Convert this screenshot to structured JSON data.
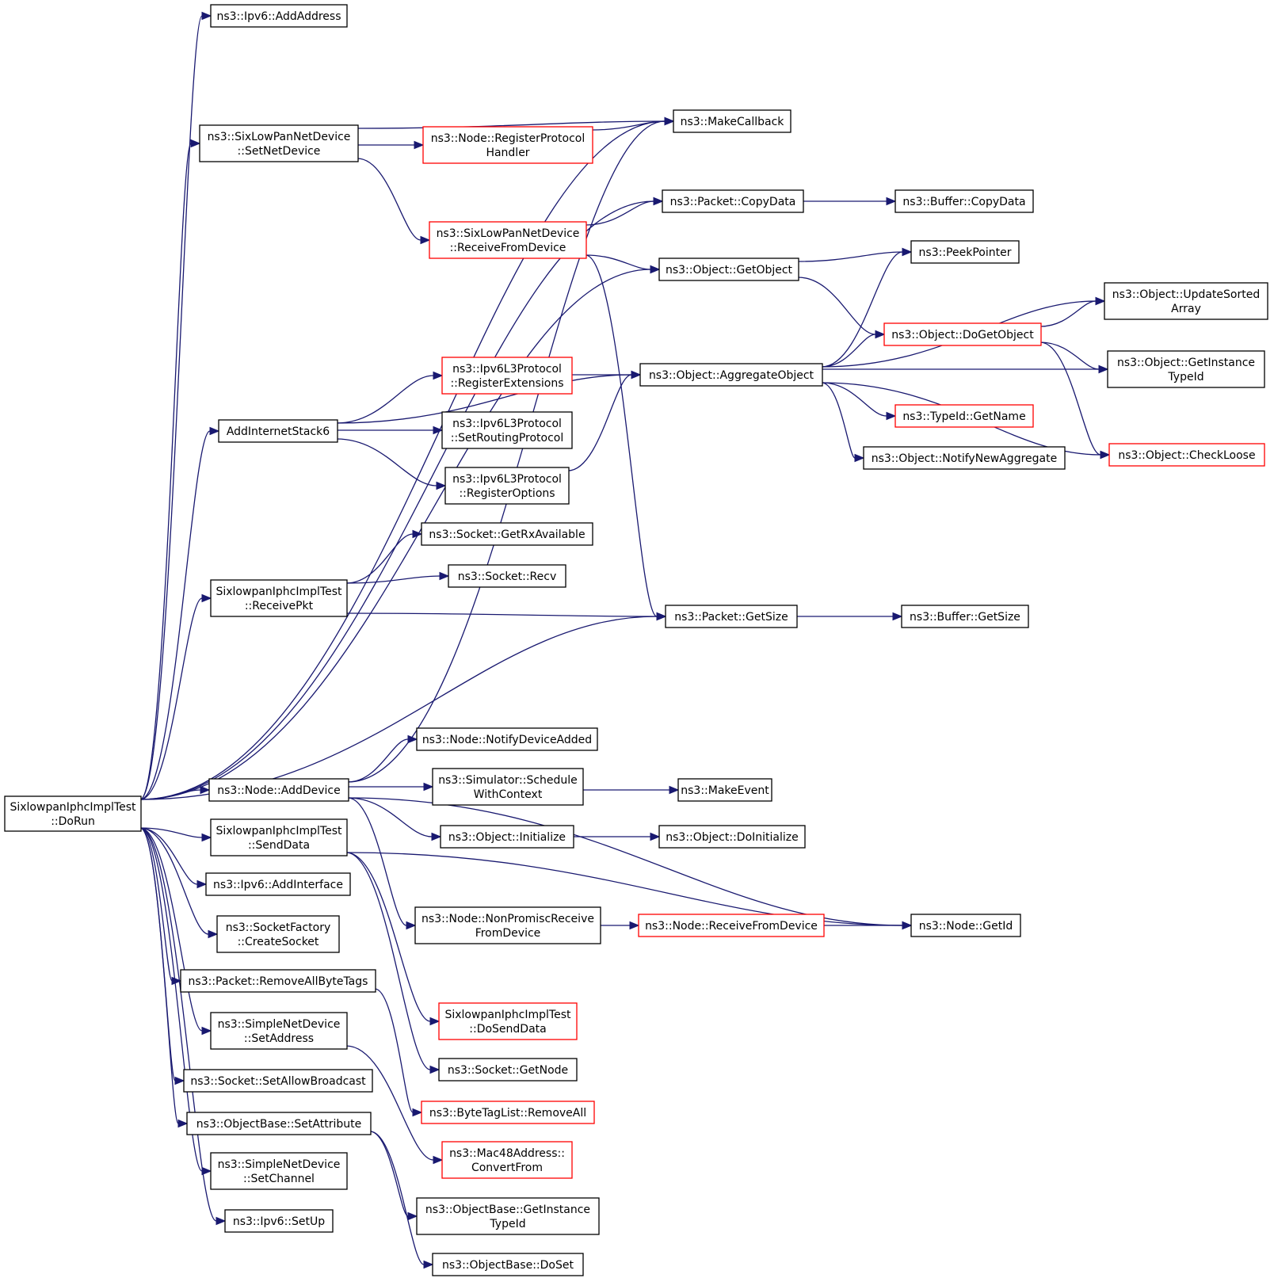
{
  "colors": {
    "edge": "#191970",
    "normal_border": "#000000",
    "truncated_border": "#ff0000",
    "root_fill": "#bfbfbf",
    "background": "#ffffff"
  },
  "nodes": {
    "root": {
      "lines": [
        "SixlowpanIphcImplTest",
        "::DoRun"
      ],
      "style": "root"
    },
    "ipv6_addaddress": {
      "lines": [
        "ns3::Ipv6::AddAddress"
      ],
      "style": "normal"
    },
    "sixlowpan_setnetdevice": {
      "lines": [
        "ns3::SixLowPanNetDevice",
        "::SetNetDevice"
      ],
      "style": "normal"
    },
    "addinternetstack6": {
      "lines": [
        "AddInternetStack6"
      ],
      "style": "normal"
    },
    "receivepkt": {
      "lines": [
        "SixlowpanIphcImplTest",
        "::ReceivePkt"
      ],
      "style": "normal"
    },
    "node_adddevice": {
      "lines": [
        "ns3::Node::AddDevice"
      ],
      "style": "normal"
    },
    "senddata": {
      "lines": [
        "SixlowpanIphcImplTest",
        "::SendData"
      ],
      "style": "normal"
    },
    "ipv6_addinterface": {
      "lines": [
        "ns3::Ipv6::AddInterface"
      ],
      "style": "normal"
    },
    "socketfactory_createsocket": {
      "lines": [
        "ns3::SocketFactory",
        "::CreateSocket"
      ],
      "style": "normal"
    },
    "packet_removeallbytetags": {
      "lines": [
        "ns3::Packet::RemoveAllByteTags"
      ],
      "style": "normal"
    },
    "simplenetdevice_setaddress": {
      "lines": [
        "ns3::SimpleNetDevice",
        "::SetAddress"
      ],
      "style": "normal"
    },
    "socket_setallowbroadcast": {
      "lines": [
        "ns3::Socket::SetAllowBroadcast"
      ],
      "style": "normal"
    },
    "objectbase_setattribute": {
      "lines": [
        "ns3::ObjectBase::SetAttribute"
      ],
      "style": "normal"
    },
    "simplenetdevice_setchannel": {
      "lines": [
        "ns3::SimpleNetDevice",
        "::SetChannel"
      ],
      "style": "normal"
    },
    "ipv6_setup": {
      "lines": [
        "ns3::Ipv6::SetUp"
      ],
      "style": "normal"
    },
    "node_registerprotocolhandler": {
      "lines": [
        "ns3::Node::RegisterProtocol",
        "Handler"
      ],
      "style": "truncated"
    },
    "sixlowpan_receivefromdevice": {
      "lines": [
        "ns3::SixLowPanNetDevice",
        "::ReceiveFromDevice"
      ],
      "style": "truncated"
    },
    "ipv6l3_registerextensions": {
      "lines": [
        "ns3::Ipv6L3Protocol",
        "::RegisterExtensions"
      ],
      "style": "truncated"
    },
    "ipv6l3_setroutingprotocol": {
      "lines": [
        "ns3::Ipv6L3Protocol",
        "::SetRoutingProtocol"
      ],
      "style": "normal"
    },
    "ipv6l3_registeroptions": {
      "lines": [
        "ns3::Ipv6L3Protocol",
        "::RegisterOptions"
      ],
      "style": "normal"
    },
    "socket_getrxavailable": {
      "lines": [
        "ns3::Socket::GetRxAvailable"
      ],
      "style": "normal"
    },
    "socket_recv": {
      "lines": [
        "ns3::Socket::Recv"
      ],
      "style": "normal"
    },
    "node_notifydeviceadded": {
      "lines": [
        "ns3::Node::NotifyDeviceAdded"
      ],
      "style": "normal"
    },
    "simulator_schedulewithcontext": {
      "lines": [
        "ns3::Simulator::Schedule",
        "WithContext"
      ],
      "style": "normal"
    },
    "object_initialize": {
      "lines": [
        "ns3::Object::Initialize"
      ],
      "style": "normal"
    },
    "node_nonpromiscreceivefromdevice": {
      "lines": [
        "ns3::Node::NonPromiscReceive",
        "FromDevice"
      ],
      "style": "normal"
    },
    "dosenddata": {
      "lines": [
        "SixlowpanIphcImplTest",
        "::DoSendData"
      ],
      "style": "truncated"
    },
    "socket_getnode": {
      "lines": [
        "ns3::Socket::GetNode"
      ],
      "style": "normal"
    },
    "bytetaglist_removeall": {
      "lines": [
        "ns3::ByteTagList::RemoveAll"
      ],
      "style": "truncated"
    },
    "mac48address_convertfrom": {
      "lines": [
        "ns3::Mac48Address::",
        "ConvertFrom"
      ],
      "style": "truncated"
    },
    "objectbase_getinstancetypeid": {
      "lines": [
        "ns3::ObjectBase::GetInstance",
        "TypeId"
      ],
      "style": "normal"
    },
    "objectbase_doset": {
      "lines": [
        "ns3::ObjectBase::DoSet"
      ],
      "style": "normal"
    },
    "makecallback": {
      "lines": [
        "ns3::MakeCallback"
      ],
      "style": "normal"
    },
    "packet_copydata": {
      "lines": [
        "ns3::Packet::CopyData"
      ],
      "style": "normal"
    },
    "object_getobject": {
      "lines": [
        "ns3::Object::GetObject"
      ],
      "style": "normal"
    },
    "object_aggregateobject": {
      "lines": [
        "ns3::Object::AggregateObject"
      ],
      "style": "normal"
    },
    "packet_getsize": {
      "lines": [
        "ns3::Packet::GetSize"
      ],
      "style": "normal"
    },
    "makeevent": {
      "lines": [
        "ns3::MakeEvent"
      ],
      "style": "normal"
    },
    "object_doinitialize": {
      "lines": [
        "ns3::Object::DoInitialize"
      ],
      "style": "normal"
    },
    "node_receivefromdevice": {
      "lines": [
        "ns3::Node::ReceiveFromDevice"
      ],
      "style": "truncated"
    },
    "buffer_copydata": {
      "lines": [
        "ns3::Buffer::CopyData"
      ],
      "style": "normal"
    },
    "peekpointer": {
      "lines": [
        "ns3::PeekPointer"
      ],
      "style": "normal"
    },
    "object_dogetobject": {
      "lines": [
        "ns3::Object::DoGetObject"
      ],
      "style": "truncated"
    },
    "typeid_getname": {
      "lines": [
        "ns3::TypeId::GetName"
      ],
      "style": "truncated"
    },
    "object_notifynewaggregate": {
      "lines": [
        "ns3::Object::NotifyNewAggregate"
      ],
      "style": "normal"
    },
    "buffer_getsize": {
      "lines": [
        "ns3::Buffer::GetSize"
      ],
      "style": "normal"
    },
    "node_getid": {
      "lines": [
        "ns3::Node::GetId"
      ],
      "style": "normal"
    },
    "object_updatesortedarray": {
      "lines": [
        "ns3::Object::UpdateSorted",
        "Array"
      ],
      "style": "normal"
    },
    "object_getinstancetypeid": {
      "lines": [
        "ns3::Object::GetInstance",
        "TypeId"
      ],
      "style": "normal"
    },
    "object_checkloose": {
      "lines": [
        "ns3::Object::CheckLoose"
      ],
      "style": "truncated"
    }
  },
  "edges": [
    [
      "root",
      "ipv6_addaddress"
    ],
    [
      "root",
      "makecallback"
    ],
    [
      "root",
      "sixlowpan_setnetdevice"
    ],
    [
      "root",
      "packet_copydata"
    ],
    [
      "root",
      "object_getobject"
    ],
    [
      "root",
      "addinternetstack6"
    ],
    [
      "root",
      "receivepkt"
    ],
    [
      "root",
      "packet_getsize"
    ],
    [
      "root",
      "node_adddevice"
    ],
    [
      "root",
      "senddata"
    ],
    [
      "root",
      "ipv6_addinterface"
    ],
    [
      "root",
      "socketfactory_createsocket"
    ],
    [
      "root",
      "packet_removeallbytetags"
    ],
    [
      "root",
      "simplenetdevice_setaddress"
    ],
    [
      "root",
      "socket_setallowbroadcast"
    ],
    [
      "root",
      "objectbase_setattribute"
    ],
    [
      "root",
      "simplenetdevice_setchannel"
    ],
    [
      "root",
      "ipv6_setup"
    ],
    [
      "sixlowpan_setnetdevice",
      "makecallback"
    ],
    [
      "sixlowpan_setnetdevice",
      "node_registerprotocolhandler"
    ],
    [
      "sixlowpan_setnetdevice",
      "sixlowpan_receivefromdevice"
    ],
    [
      "node_registerprotocolhandler",
      "makecallback"
    ],
    [
      "sixlowpan_receivefromdevice",
      "packet_copydata"
    ],
    [
      "sixlowpan_receivefromdevice",
      "object_getobject"
    ],
    [
      "sixlowpan_receivefromdevice",
      "packet_getsize"
    ],
    [
      "addinternetstack6",
      "object_aggregateobject"
    ],
    [
      "addinternetstack6",
      "ipv6l3_registerextensions"
    ],
    [
      "addinternetstack6",
      "ipv6l3_setroutingprotocol"
    ],
    [
      "addinternetstack6",
      "ipv6l3_registeroptions"
    ],
    [
      "ipv6l3_registerextensions",
      "object_aggregateobject"
    ],
    [
      "ipv6l3_registeroptions",
      "object_aggregateobject"
    ],
    [
      "receivepkt",
      "socket_getrxavailable"
    ],
    [
      "receivepkt",
      "socket_recv"
    ],
    [
      "receivepkt",
      "packet_getsize"
    ],
    [
      "node_adddevice",
      "makecallback"
    ],
    [
      "node_adddevice",
      "node_notifydeviceadded"
    ],
    [
      "node_adddevice",
      "simulator_schedulewithcontext"
    ],
    [
      "node_adddevice",
      "object_initialize"
    ],
    [
      "node_adddevice",
      "node_getid"
    ],
    [
      "node_adddevice",
      "node_nonpromiscreceivefromdevice"
    ],
    [
      "senddata",
      "node_getid"
    ],
    [
      "senddata",
      "dosenddata"
    ],
    [
      "senddata",
      "socket_getnode"
    ],
    [
      "packet_removeallbytetags",
      "bytetaglist_removeall"
    ],
    [
      "simplenetdevice_setaddress",
      "mac48address_convertfrom"
    ],
    [
      "objectbase_setattribute",
      "objectbase_getinstancetypeid"
    ],
    [
      "objectbase_setattribute",
      "objectbase_doset"
    ],
    [
      "simulator_schedulewithcontext",
      "makeevent"
    ],
    [
      "object_initialize",
      "object_doinitialize"
    ],
    [
      "node_nonpromiscreceivefromdevice",
      "node_receivefromdevice"
    ],
    [
      "node_receivefromdevice",
      "node_getid"
    ],
    [
      "packet_copydata",
      "buffer_copydata"
    ],
    [
      "object_getobject",
      "peekpointer"
    ],
    [
      "object_getobject",
      "object_dogetobject"
    ],
    [
      "object_aggregateobject",
      "peekpointer"
    ],
    [
      "object_aggregateobject",
      "object_updatesortedarray"
    ],
    [
      "object_aggregateobject",
      "object_dogetobject"
    ],
    [
      "object_aggregateobject",
      "object_getinstancetypeid"
    ],
    [
      "object_aggregateobject",
      "typeid_getname"
    ],
    [
      "object_aggregateobject",
      "object_notifynewaggregate"
    ],
    [
      "object_aggregateobject",
      "object_checkloose"
    ],
    [
      "object_dogetobject",
      "object_updatesortedarray"
    ],
    [
      "object_dogetobject",
      "object_getinstancetypeid"
    ],
    [
      "object_dogetobject",
      "object_checkloose"
    ],
    [
      "packet_getsize",
      "buffer_getsize"
    ]
  ]
}
